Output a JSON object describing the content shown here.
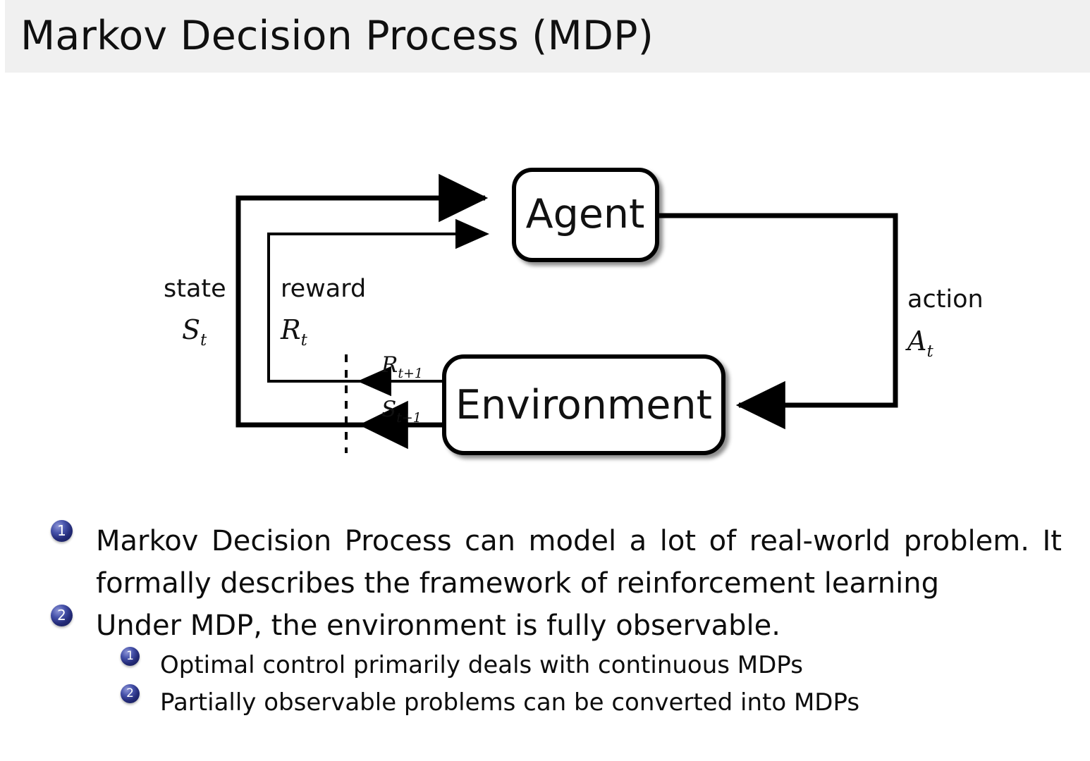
{
  "header": {
    "title": "Markov Decision Process (MDP)",
    "bar_color": "#f0f0f0"
  },
  "diagram": {
    "name": "agent-environment-interaction-loop",
    "nodes": [
      {
        "id": "agent",
        "label": "Agent"
      },
      {
        "id": "environment",
        "label": "Environment"
      }
    ],
    "edge_labels": {
      "state_word": "state",
      "state_symbol": "S",
      "state_symbol_sub": "t",
      "reward_word": "reward",
      "reward_symbol": "R",
      "reward_symbol_sub": "t",
      "action_word": "action",
      "action_symbol": "A",
      "action_symbol_sub": "t",
      "next_reward_symbol": "R",
      "next_reward_sub": "t+1",
      "next_state_symbol": "S",
      "next_state_sub": "t+1"
    },
    "stroke_color": "#000000"
  },
  "bullets": {
    "marker_color": "#232a77",
    "items": [
      {
        "number": "1",
        "level": 1,
        "text": "Markov Decision Process can model a lot of real-world problem. It formally describes the framework of reinforcement learning"
      },
      {
        "number": "2",
        "level": 1,
        "text": "Under MDP, the environment is fully observable."
      },
      {
        "number": "1",
        "level": 2,
        "text": "Optimal control primarily deals with continuous MDPs"
      },
      {
        "number": "2",
        "level": 2,
        "text": "Partially observable problems can be converted into MDPs"
      }
    ]
  }
}
